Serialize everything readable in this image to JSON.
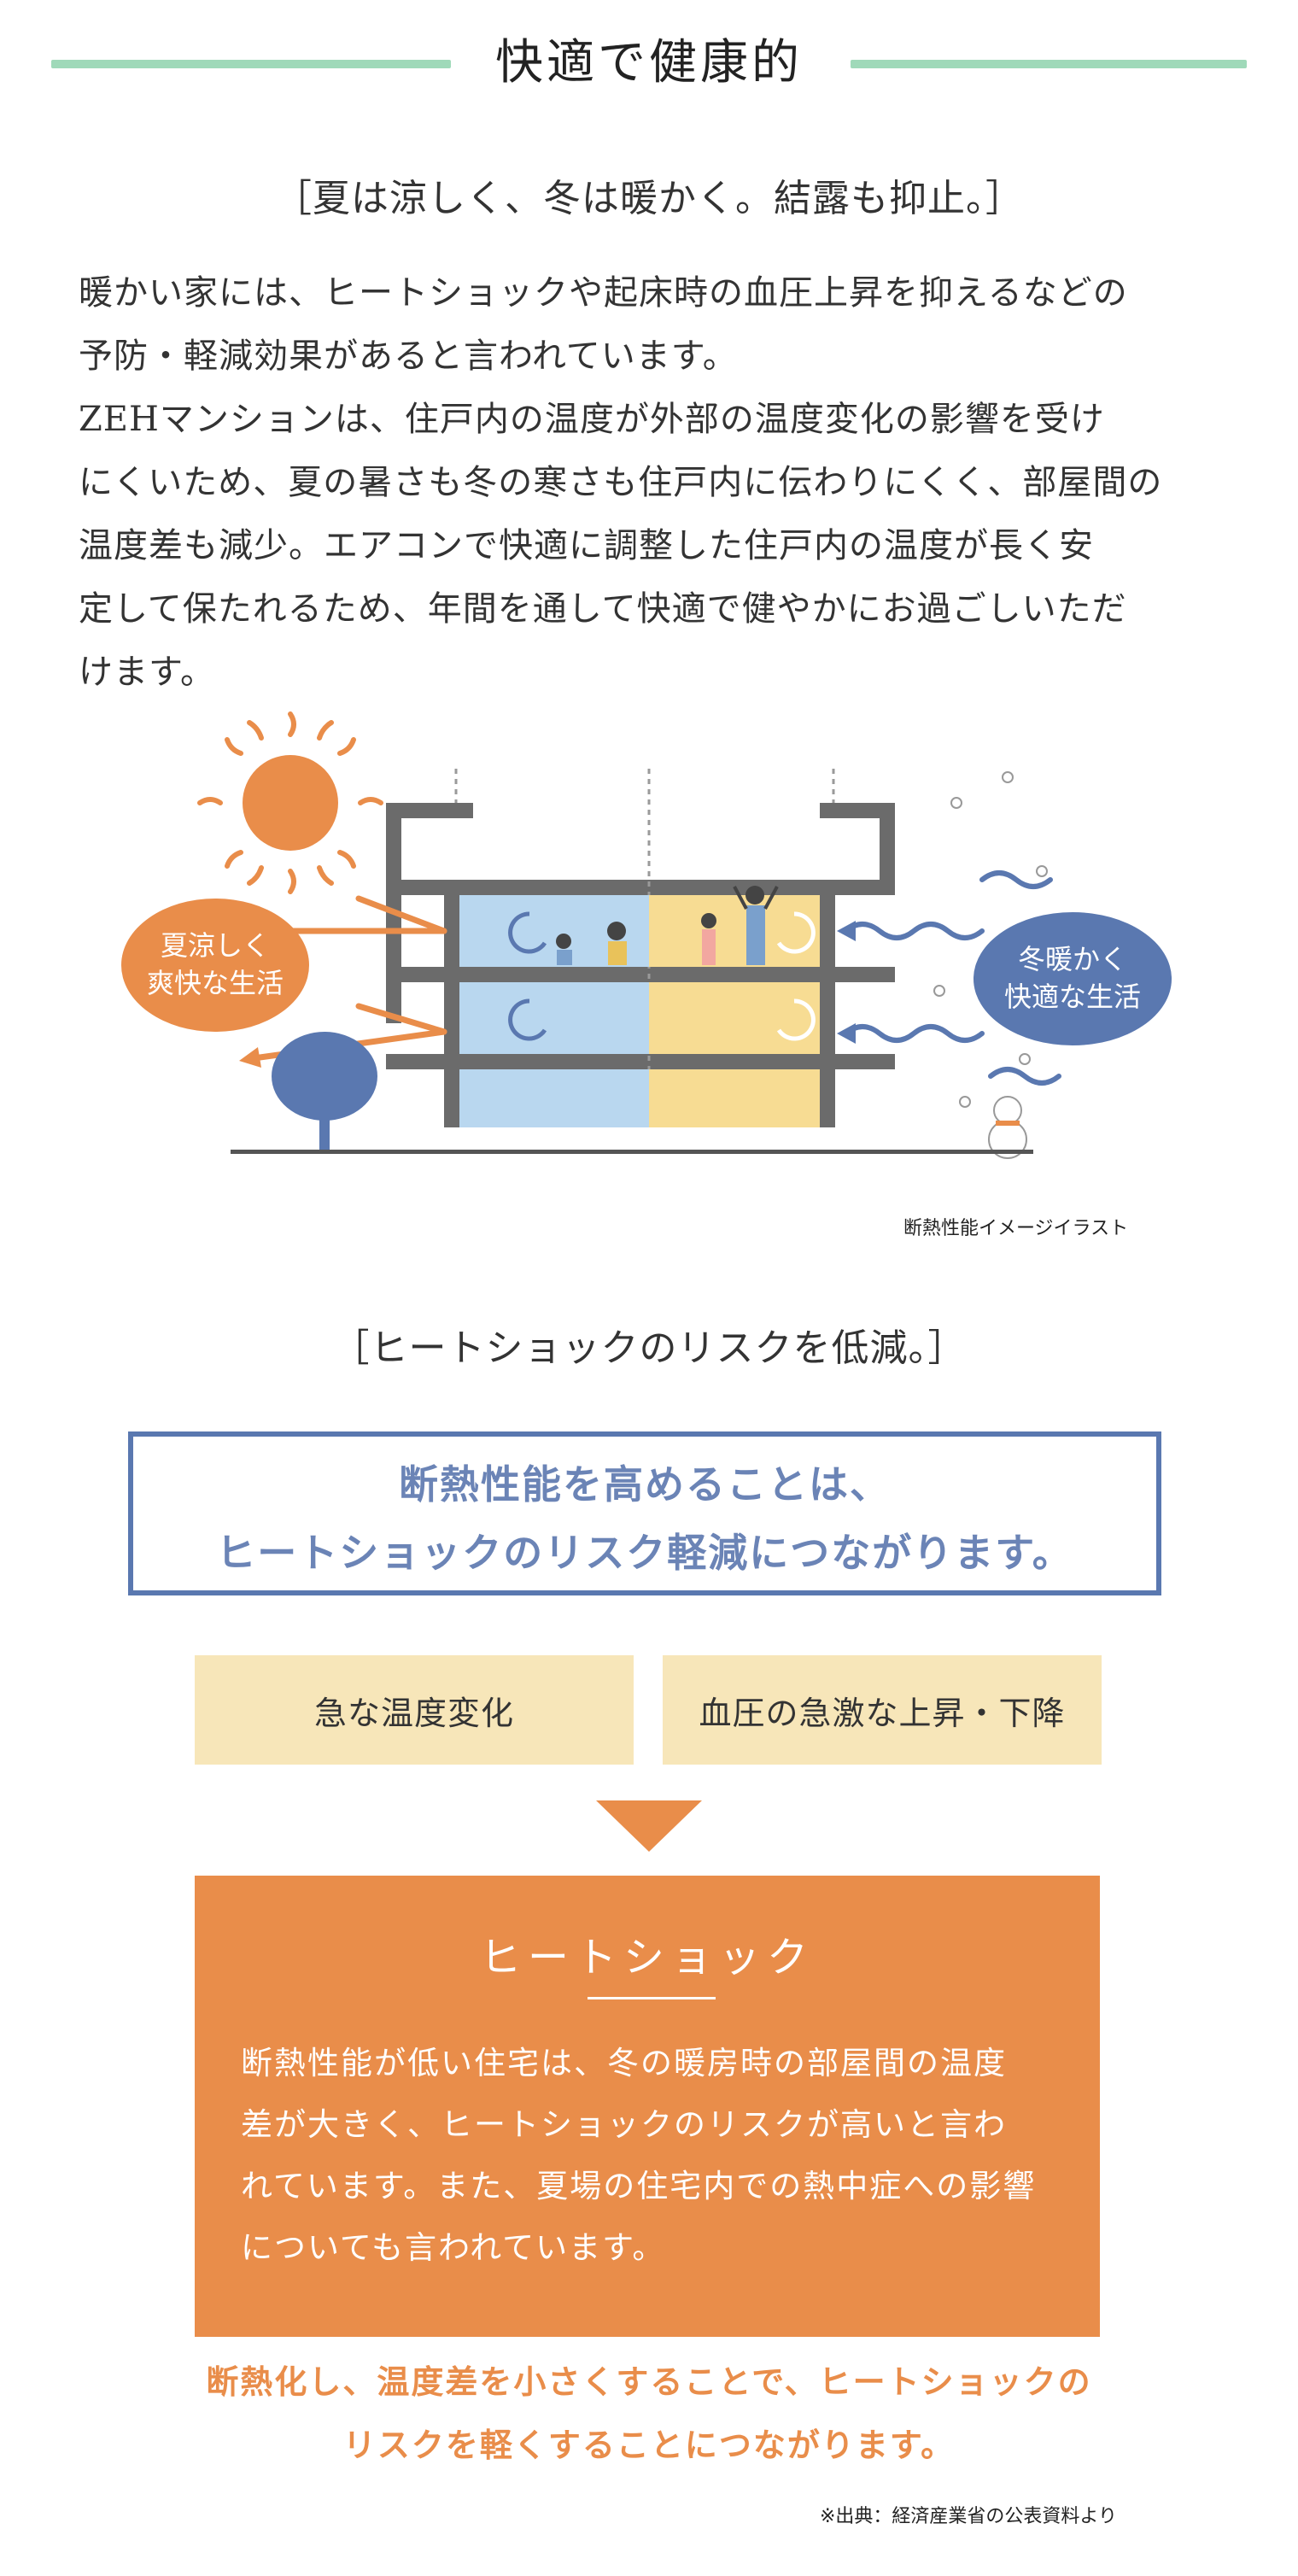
{
  "header": {
    "title": "快適で健康的"
  },
  "section1": {
    "subheading": "［夏は涼しく、冬は暖かく。結露も抑止。］",
    "paragraphs": [
      "暖かい家には、ヒートショックや起床時の血圧上昇を抑えるなどの",
      "予防・軽減効果があると言われています。",
      "ZEHマンションは、住戸内の温度が外部の温度変化の影響を受け",
      "にくいため、夏の暑さも冬の寒さも住戸内に伝わりにくく、部屋間の",
      "温度差も減少。エアコンで快適に調整した住戸内の温度が長く安",
      "定して保たれるため、年間を通して快適で健やかにお過ごしいただ",
      "けます。"
    ]
  },
  "illustration": {
    "summer_label_1": "夏涼しく",
    "summer_label_2": "爽快な生活",
    "winter_label_1": "冬暖かく",
    "winter_label_2": "快適な生活",
    "caption": "断熱性能イメージイラスト",
    "colors": {
      "summer": "#e98d4a",
      "winter": "#5a78b0",
      "cool_room": "#b9d7ef",
      "warm_room": "#f7dc93",
      "frame": "#666666"
    }
  },
  "section2": {
    "subheading": "［ヒートショックのリスクを低減。］",
    "box_line_1": "断熱性能を高めることは、",
    "box_line_2": "ヒートショックのリスク軽減につながります。",
    "cause_1": "急な温度変化",
    "cause_2": "血圧の急激な上昇・下降",
    "result_title": "ヒートショック",
    "result_body": [
      "断熱性能が低い住宅は、冬の暖房時の部屋間の温度",
      "差が大きく、ヒートショックのリスクが高いと言わ",
      "れています。また、夏場の住宅内での熱中症への影響",
      "についても言われています。"
    ],
    "conclusion": [
      "断熱化し、温度差を小さくすることで、ヒートショックの",
      "リスクを軽くすることにつながります。"
    ],
    "source": "※出典：経済産業省の公表資料より"
  }
}
